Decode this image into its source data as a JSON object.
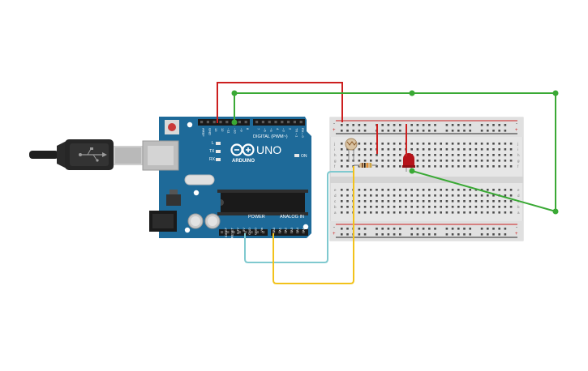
{
  "arduino": {
    "brand_name": "UNO",
    "brand_logo_text": "ARDUINO",
    "digital_header_label": "DIGITAL (PWM~)",
    "power_label": "POWER",
    "analog_label": "ANALOG IN",
    "on_label": "ON",
    "led_l_label": "L",
    "led_tx_label": "TX",
    "led_rx_label": "RX",
    "digital_pin_labels": [
      "AREF",
      "GND",
      "13",
      "12",
      "~11",
      "~10",
      "~9",
      "8",
      "7",
      "~6",
      "~5",
      "4",
      "~3",
      "2",
      "TX→1",
      "RX←0"
    ],
    "power_pin_labels": [
      "IOREF",
      "RESET",
      "3.3V",
      "5V",
      "GND",
      "GND",
      "Vin"
    ],
    "analog_pin_labels": [
      "A0",
      "A1",
      "A2",
      "A3",
      "A4",
      "A5"
    ]
  },
  "breadboard": {
    "row_letters_top": [
      "j",
      "i",
      "h",
      "g",
      "f"
    ],
    "row_letters_bottom": [
      "e",
      "d",
      "c",
      "b",
      "a"
    ],
    "rail_plus": "+",
    "rail_minus": "-"
  },
  "colors": {
    "board_blue": "#1e6a99",
    "wire_red": "#cc1f1f",
    "wire_green": "#3aa935",
    "wire_cyan": "#7fc9cf",
    "wire_yellow": "#f2c21b",
    "led_red": "#b5131a",
    "breadboard_body": "#e6e6e6",
    "usb_cable": "#222222"
  }
}
